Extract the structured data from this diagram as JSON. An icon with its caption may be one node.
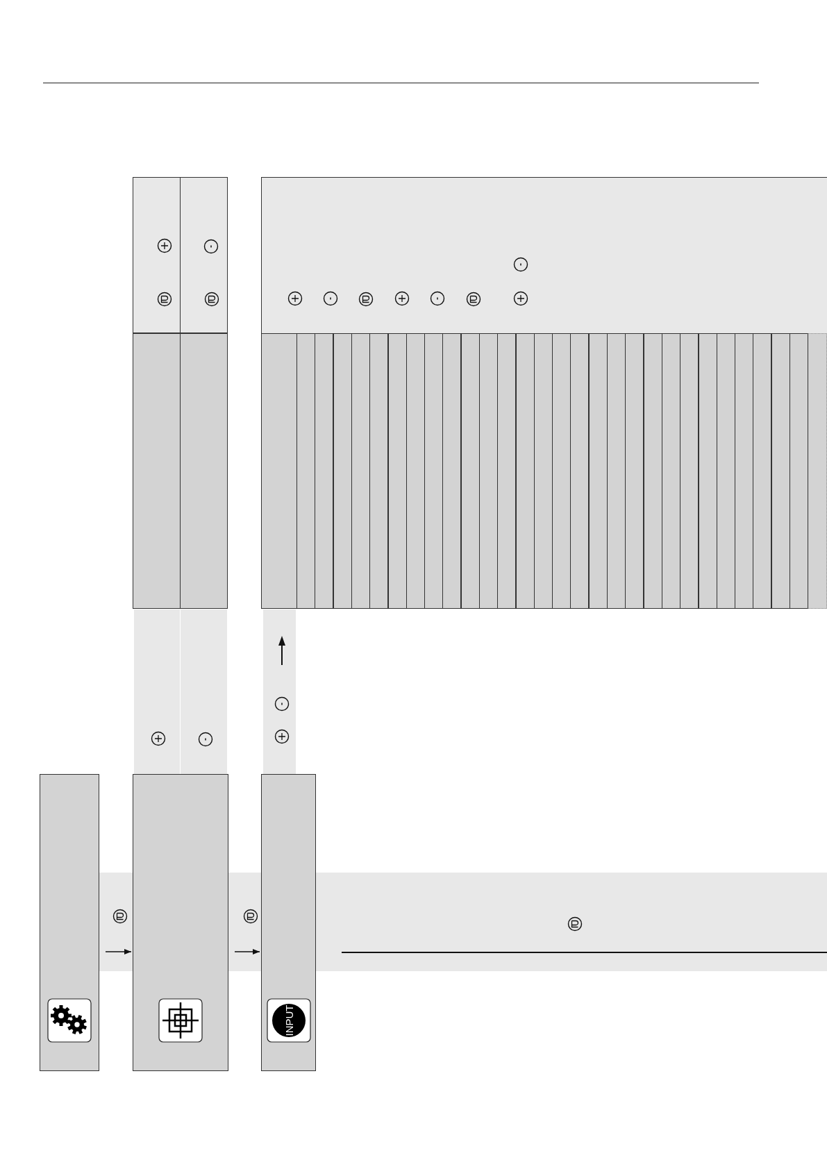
{
  "diagram": {
    "nodes": [
      {
        "text": [],
        "shape": "box"
      },
      {
        "text": [],
        "shape": "box"
      },
      {
        "text": [],
        "shape": "box"
      }
    ],
    "edges": [
      {
        "from": 0,
        "to": 1,
        "arrow": "to"
      },
      {
        "from": 1,
        "to": 2,
        "arrow": "to"
      }
    ],
    "labels": [
      "INPUT"
    ]
  }
}
